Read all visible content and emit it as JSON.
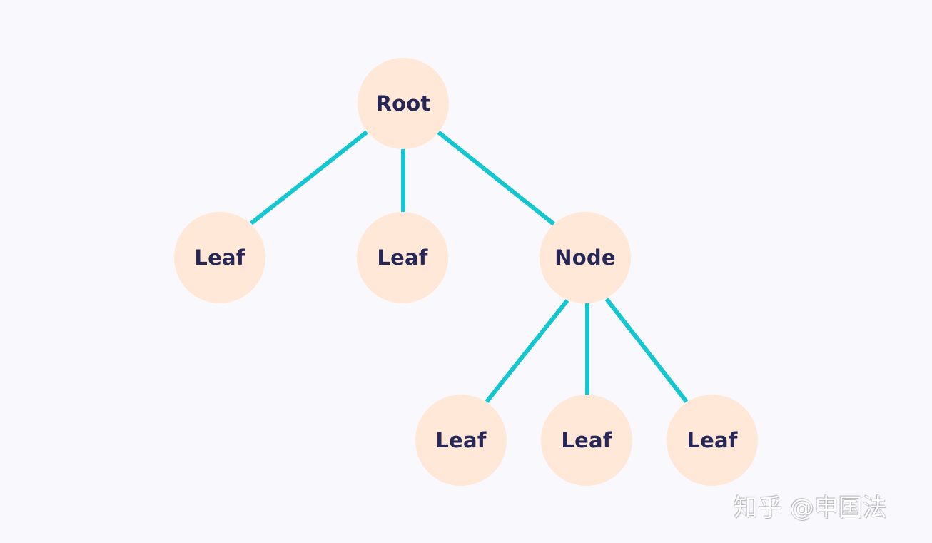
{
  "diagram": {
    "type": "tree",
    "colors": {
      "background": "#f8f8fd",
      "node_fill": "#ffe8d7",
      "node_text": "#272757",
      "edge": "#14c6cf"
    },
    "nodes": [
      {
        "id": "root",
        "label": "Root"
      },
      {
        "id": "leaf1",
        "label": "Leaf"
      },
      {
        "id": "leaf2",
        "label": "Leaf"
      },
      {
        "id": "node1",
        "label": "Node"
      },
      {
        "id": "leaf3",
        "label": "Leaf"
      },
      {
        "id": "leaf4",
        "label": "Leaf"
      },
      {
        "id": "leaf5",
        "label": "Leaf"
      }
    ],
    "edges": [
      {
        "from": "root",
        "to": "leaf1"
      },
      {
        "from": "root",
        "to": "leaf2"
      },
      {
        "from": "root",
        "to": "node1"
      },
      {
        "from": "node1",
        "to": "leaf3"
      },
      {
        "from": "node1",
        "to": "leaf4"
      },
      {
        "from": "node1",
        "to": "leaf5"
      }
    ]
  },
  "watermark": {
    "text": "知乎 @申国法"
  }
}
